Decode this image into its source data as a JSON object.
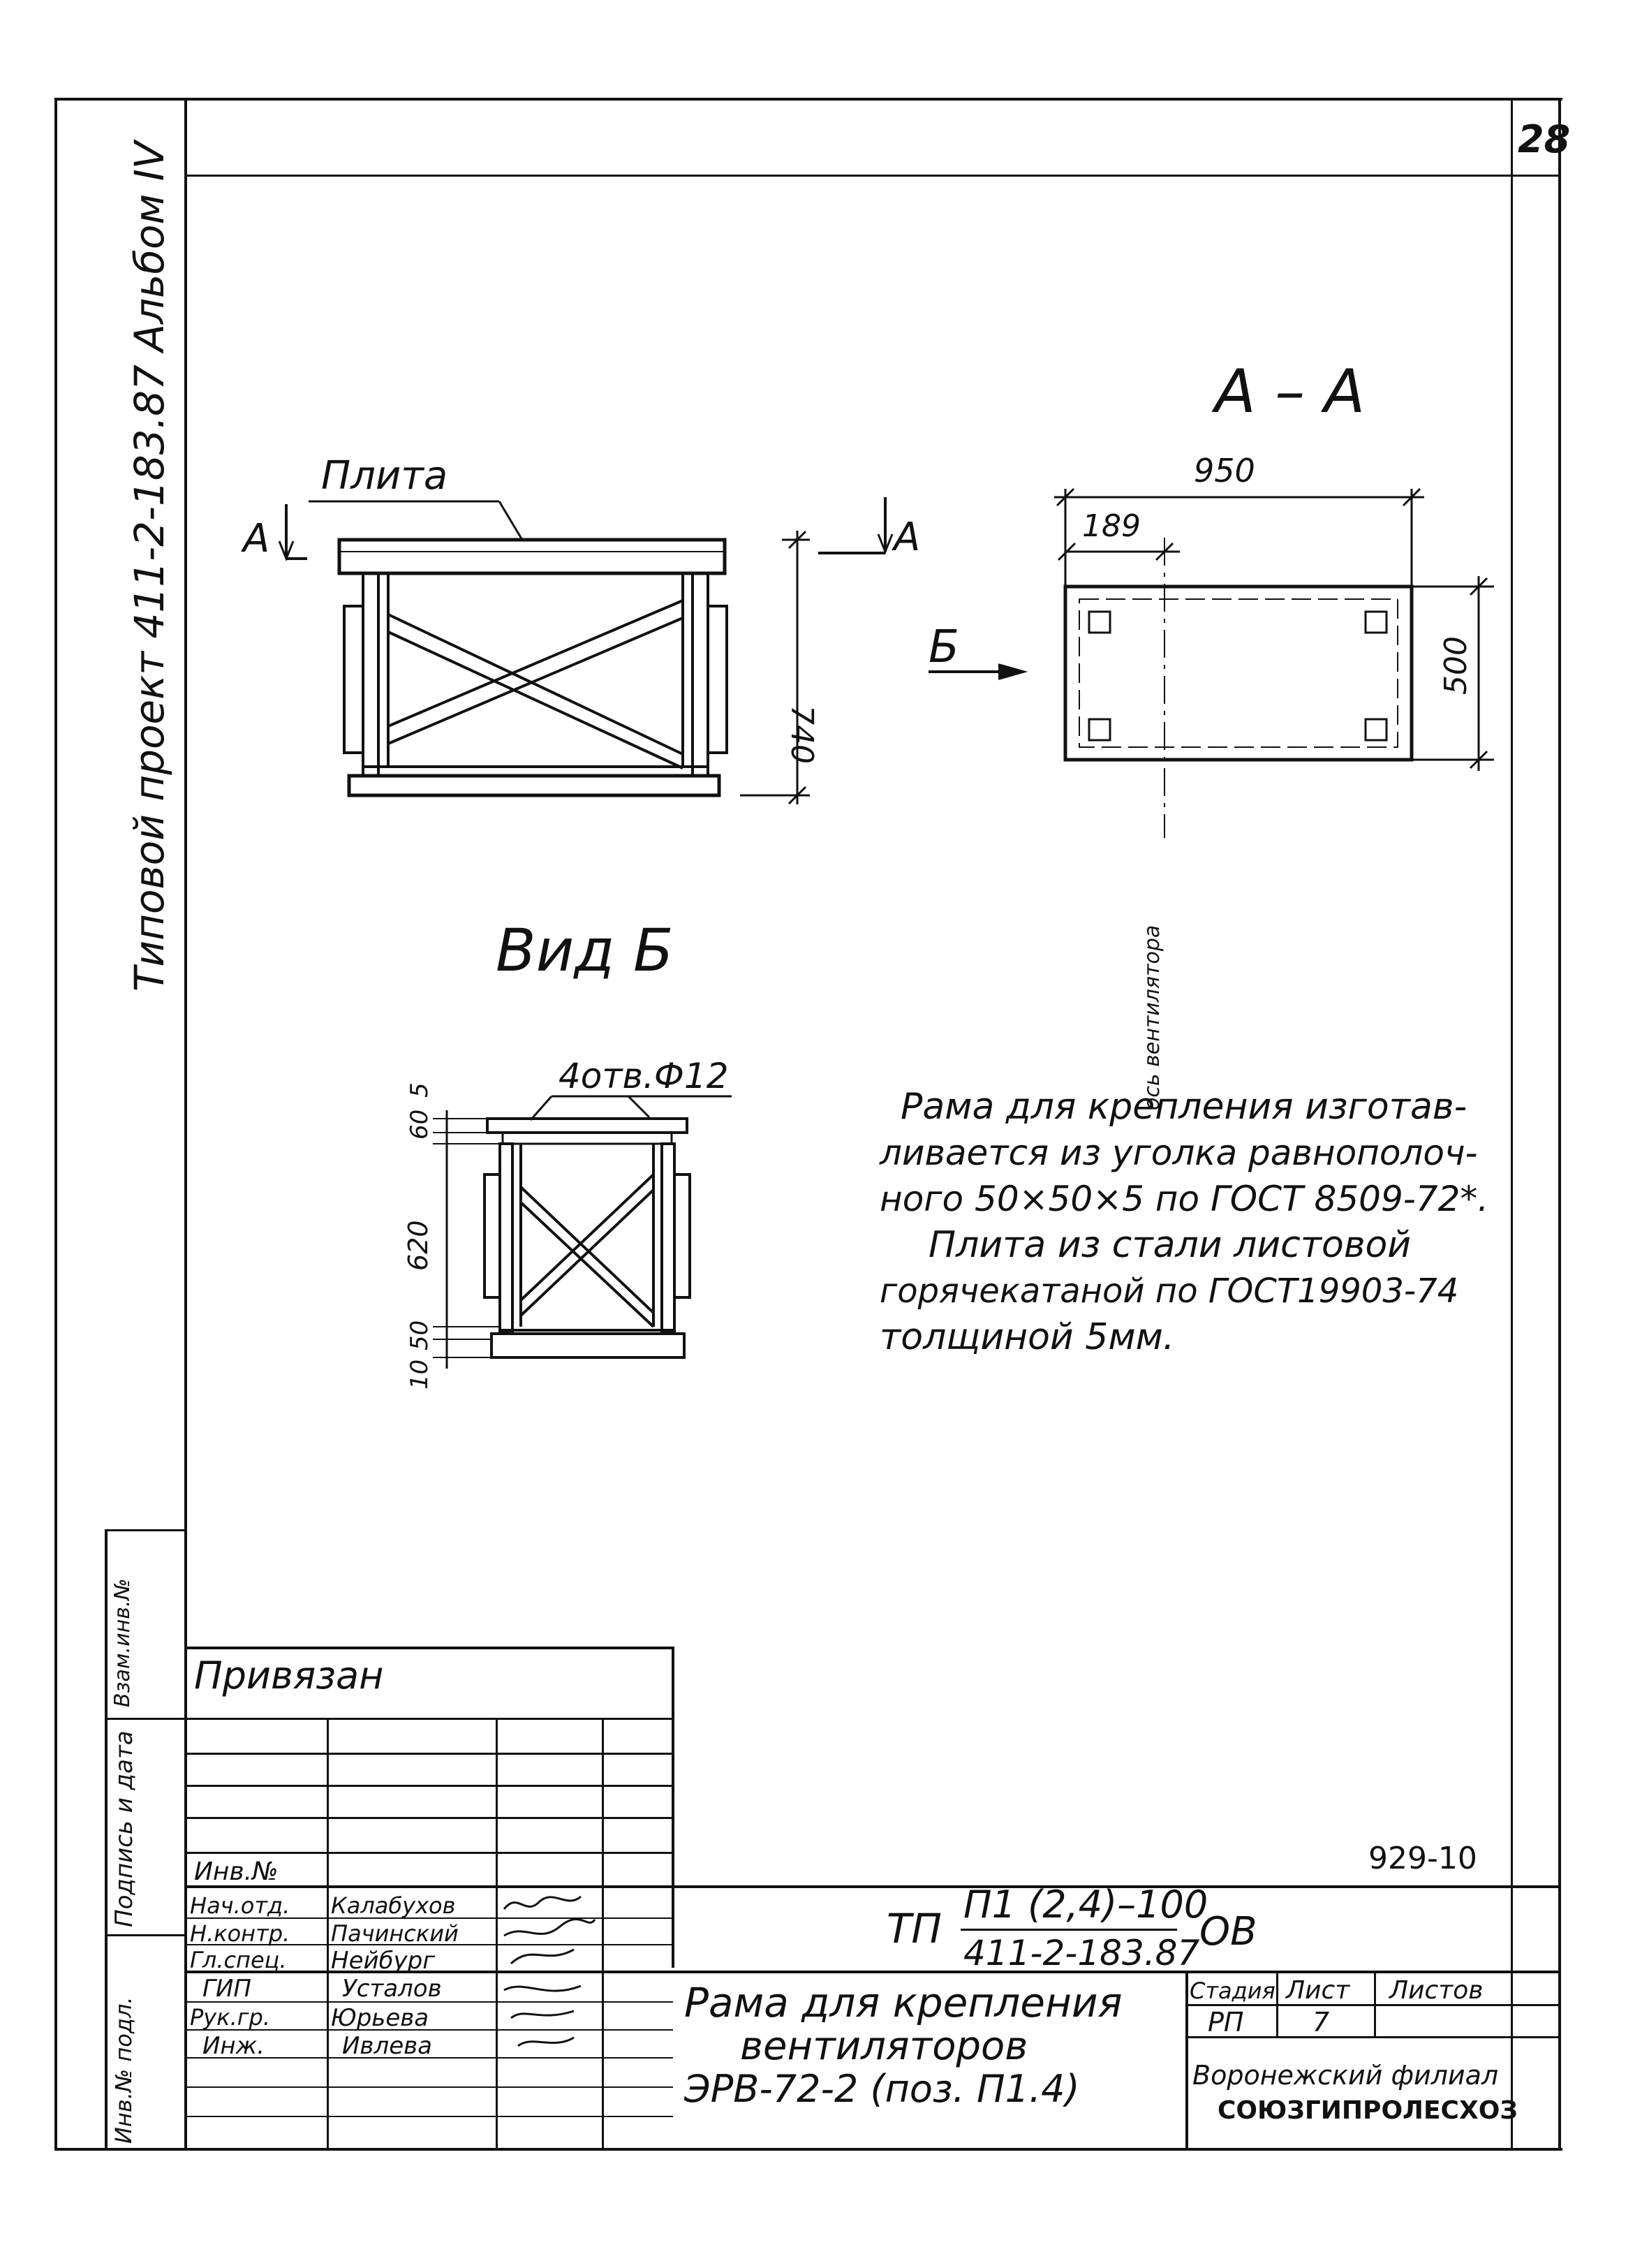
{
  "sheet": {
    "sheet_number": "28",
    "album_side": "Типовой проект 411-2-183.87 Альбом IV",
    "doc_code": "929-10"
  },
  "drawing": {
    "plate_label": "Плита",
    "section_mark": "А",
    "height_dim": "740",
    "section_title": "А – А",
    "dim_950": "950",
    "dim_189": "189",
    "dim_500": "500",
    "view_arrow": "Б",
    "axis_label": "ось вентилятора",
    "view_title": "Вид Б",
    "holes_label": "4отв.Ф12",
    "dim_60": "60",
    "dim_5": "5",
    "dim_620": "620",
    "dim_50": "50",
    "dim_10": "10"
  },
  "notes": [
    "Рама для крепления изготав-",
    "ливается из уголка равнополоч-",
    "ного 50×50×5 по ГОСТ 8509-72*.",
    "Плита из стали листовой",
    "горячекатаной по ГОСТ19903-74",
    "толщиной 5мм."
  ],
  "left_strip": {
    "vzam": "Взам.инв.№",
    "podpis": "Подпись и дата",
    "inv_podl": "Инв.№ подл."
  },
  "stamp": {
    "privyazan": "Привязан",
    "inv_no": "Инв.№",
    "roles": [
      "Нач.отд.",
      "Н.контр.",
      "Гл.спец.",
      "ГИП",
      "Рук.гр.",
      "Инж."
    ],
    "names": [
      "Калабухов",
      "Пачинский",
      "Нейбург",
      "Усталов",
      "Юрьева",
      "Ивлева"
    ],
    "code_prefix": "ТП",
    "code_top": "П1 (2,4)–100",
    "code_bottom": "411-2-183.87",
    "code_suffix": "ОВ",
    "title_lines": [
      "Рама для крепления",
      "вентиляторов",
      "ЭРВ-72-2 (поз. П1.4)"
    ],
    "col_stage": "Стадия",
    "col_sheet": "Лист",
    "col_sheets": "Листов",
    "stage": "РП",
    "sheet": "7",
    "org_lines": [
      "Воронежский филиал",
      "СОЮЗГИПРОЛЕСХОЗ"
    ]
  }
}
